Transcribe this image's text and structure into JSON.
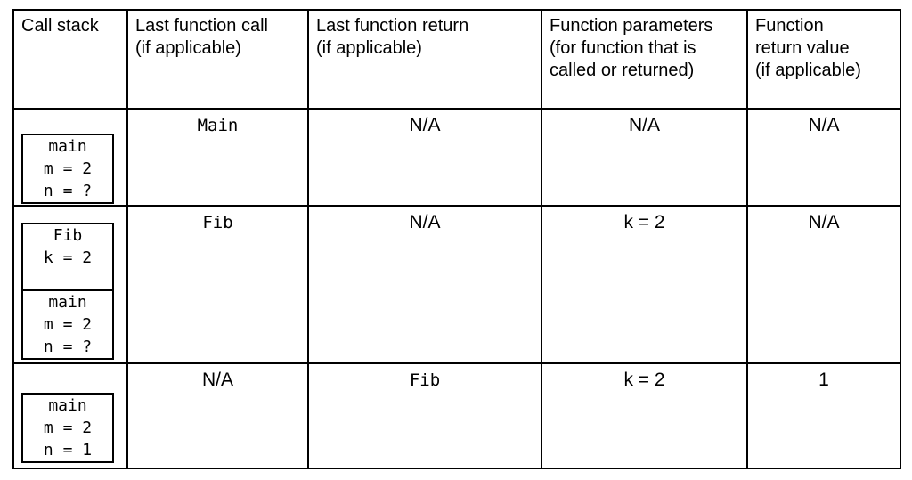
{
  "header": {
    "columns": [
      "Call stack",
      "Last function call\n(if applicable)",
      "Last function return\n(if applicable)",
      "Function parameters\n(for function that is\ncalled or returned)",
      "Function\nreturn value\n(if applicable)"
    ]
  },
  "rows": [
    {
      "stack_boxes": [
        {
          "frame": "main",
          "lines": [
            "main",
            "m = 2",
            "n = ?"
          ]
        }
      ],
      "last_function_call": {
        "text": "Main",
        "mono": true
      },
      "last_function_return": {
        "text": "N/A",
        "mono": false
      },
      "function_parameters": {
        "text": "N/A",
        "mono": false
      },
      "function_return_value": {
        "text": "N/A",
        "mono": false
      }
    },
    {
      "stack_boxes": [
        {
          "frame": "Fib",
          "lines": [
            "Fib",
            "k = 2"
          ],
          "bottom_gap": true
        },
        {
          "frame": "main",
          "lines": [
            "main",
            "m = 2",
            "n = ?"
          ]
        }
      ],
      "last_function_call": {
        "text": "Fib",
        "mono": true
      },
      "last_function_return": {
        "text": "N/A",
        "mono": false
      },
      "function_parameters": {
        "text": "k = 2",
        "mono": false
      },
      "function_return_value": {
        "text": "N/A",
        "mono": false
      }
    },
    {
      "stack_boxes": [
        {
          "frame": "main",
          "lines": [
            "main",
            "m = 2",
            "n = 1"
          ]
        }
      ],
      "last_function_call": {
        "text": "N/A",
        "mono": false
      },
      "last_function_return": {
        "text": "Fib",
        "mono": true
      },
      "function_parameters": {
        "text": "k = 2",
        "mono": false
      },
      "function_return_value": {
        "text": "1",
        "mono": false
      }
    }
  ],
  "colors": {
    "border": "#000000",
    "background": "#ffffff",
    "text": "#000000"
  }
}
